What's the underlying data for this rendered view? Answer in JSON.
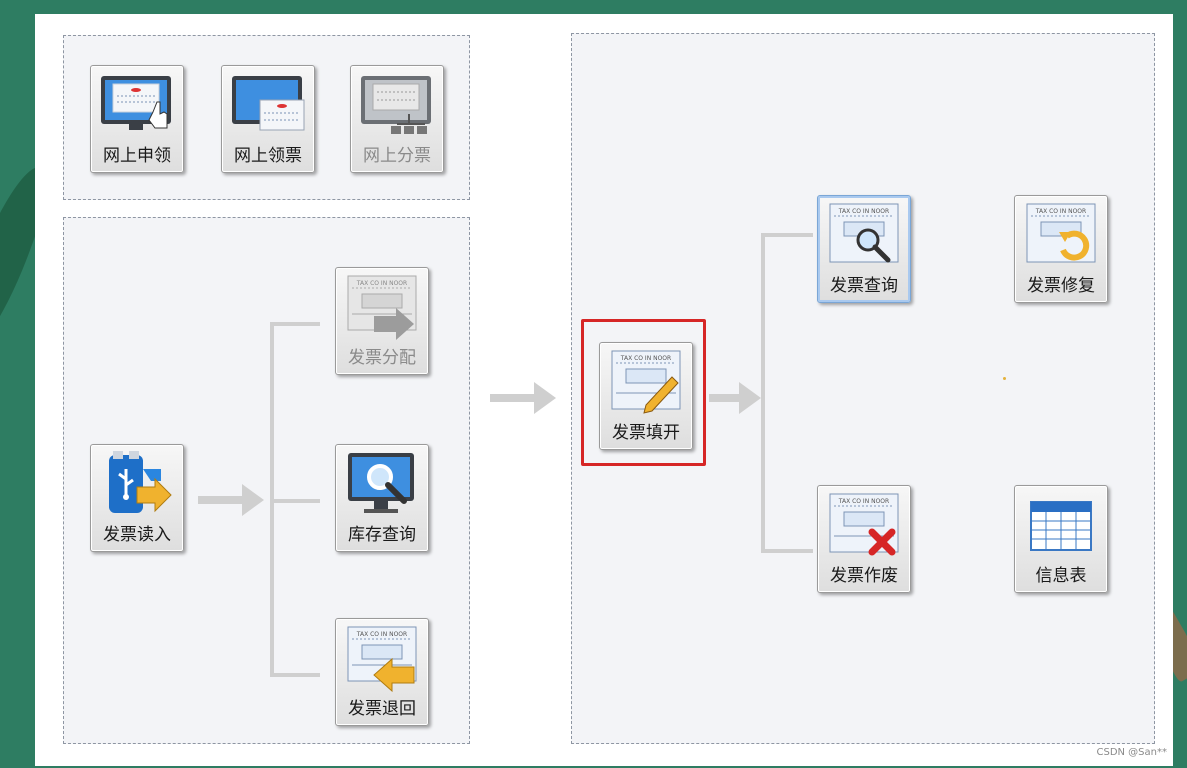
{
  "top_panel": {
    "tiles": [
      {
        "label": "网上申领",
        "icon": "monitor-hand-icon"
      },
      {
        "label": "网上领票",
        "icon": "monitor-invoice-icon"
      },
      {
        "label": "网上分票",
        "icon": "monitor-network-icon"
      }
    ]
  },
  "left_panel": {
    "source": {
      "label": "发票读入",
      "icon": "usb-import-icon"
    },
    "targets": [
      {
        "label": "发票分配",
        "icon": "invoice-arrow-right-icon"
      },
      {
        "label": "库存查询",
        "icon": "monitor-search-icon"
      },
      {
        "label": "发票退回",
        "icon": "invoice-arrow-left-icon"
      }
    ]
  },
  "right_panel": {
    "source": {
      "label": "发票填开",
      "icon": "invoice-pencil-icon"
    },
    "targets": [
      {
        "label": "发票查询",
        "icon": "invoice-search-icon"
      },
      {
        "label": "发票作废",
        "icon": "invoice-cancel-icon"
      }
    ],
    "extras": [
      {
        "label": "发票修复",
        "icon": "invoice-repair-icon"
      },
      {
        "label": "信息表",
        "icon": "table-icon"
      }
    ]
  },
  "watermark": "CSDN @San**",
  "colors": {
    "highlight": "#d62626",
    "background": "#2e7d62"
  }
}
